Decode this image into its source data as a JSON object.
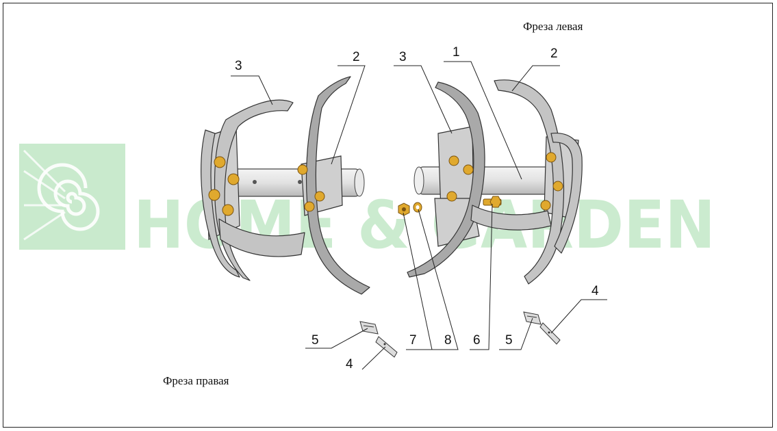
{
  "captions": {
    "left_cutter": "Фреза левая",
    "right_cutter": "Фреза правая"
  },
  "callouts": {
    "c1": "1",
    "c2a": "2",
    "c2b": "2",
    "c3a": "3",
    "c3b": "3",
    "c4a": "4",
    "c4b": "4",
    "c5a": "5",
    "c5b": "5",
    "c6": "6",
    "c7": "7",
    "c8": "8"
  },
  "watermark": {
    "text": "HOME & GARDEN",
    "color": "#3cb34a"
  },
  "colors": {
    "bolt": "#e0a92e",
    "metal": "#c4c4c4"
  }
}
